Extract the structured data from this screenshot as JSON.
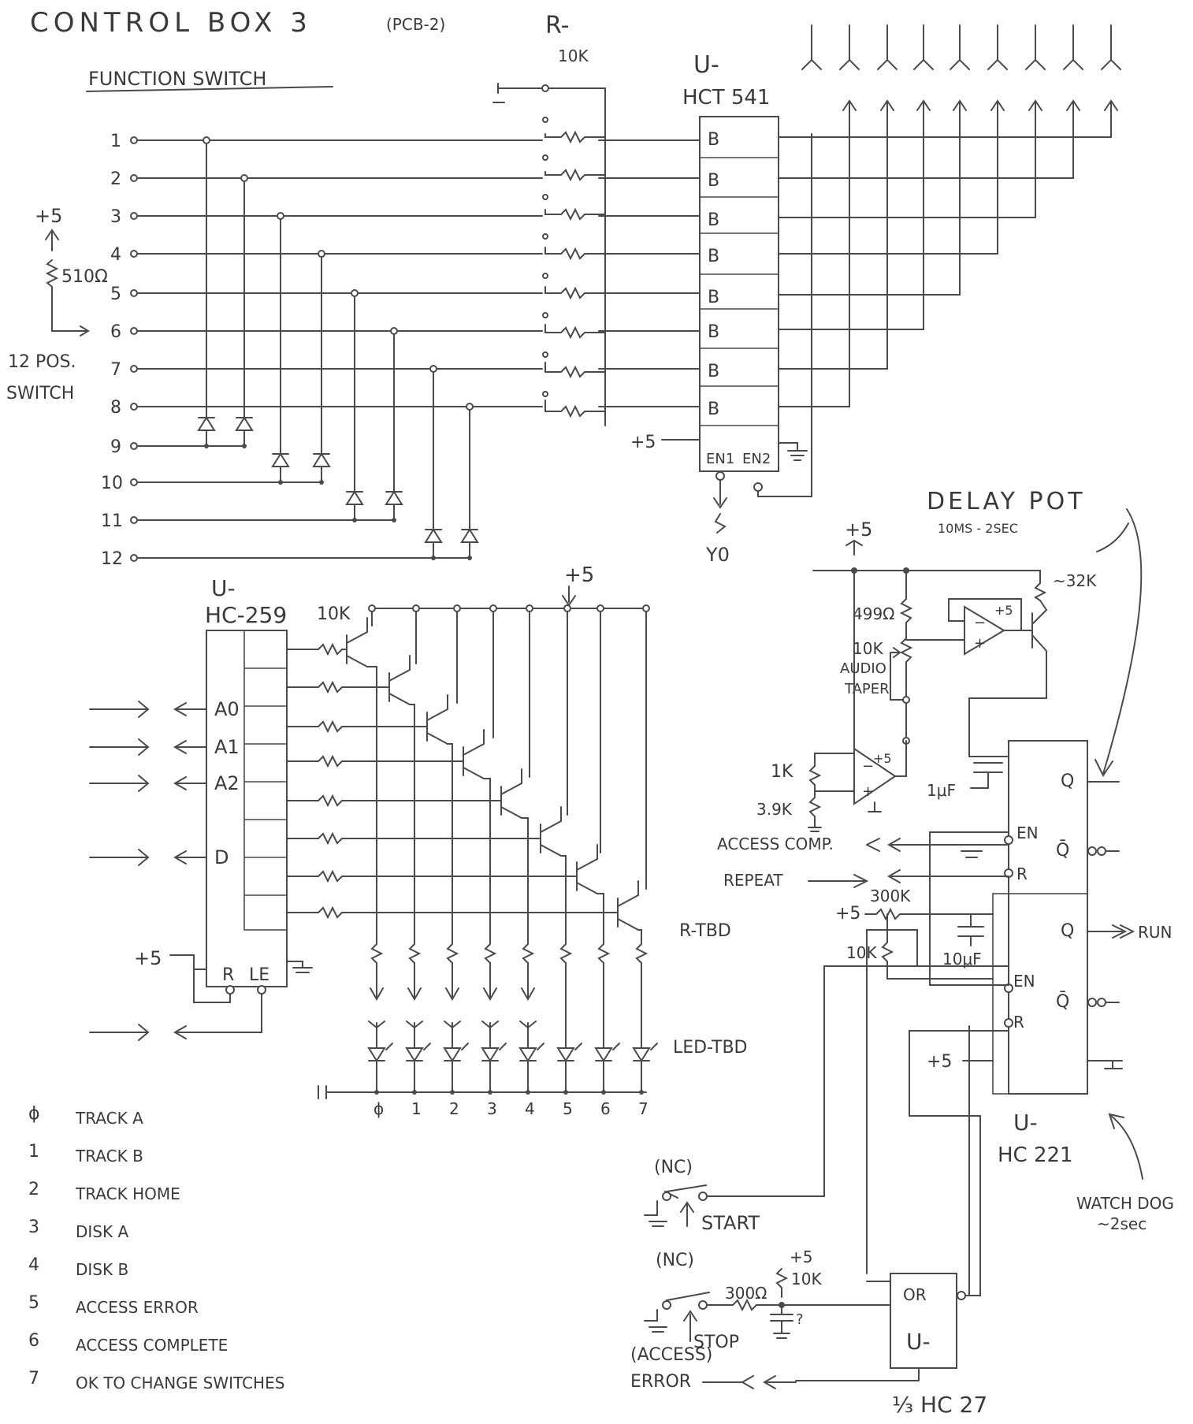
{
  "header": {
    "title": "CONTROL BOX 3",
    "subtitle": "(PCB-2)",
    "r_prefix": "R-",
    "r_value": "10K",
    "u_prefix": "U-",
    "u_part": "HCT 541"
  },
  "function_switch": {
    "title": "FUNCTION SWITCH",
    "positions": [
      "1",
      "2",
      "3",
      "4",
      "5",
      "6",
      "7",
      "8",
      "9",
      "10",
      "11",
      "12"
    ],
    "supply": "+5",
    "resistor": "510Ω",
    "switch_label_1": "12 POS.",
    "switch_label_2": "SWITCH"
  },
  "buffer": {
    "b_cells": [
      "B",
      "B",
      "B",
      "B",
      "B",
      "B",
      "B",
      "B"
    ],
    "supply": "+5",
    "en1": "EN1",
    "en2": "EN2",
    "y_label": "Y0"
  },
  "latch": {
    "u_prefix": "U-",
    "part": "HC-259",
    "r_value": "10K",
    "supply": "+5",
    "pins": {
      "a0": "A0",
      "a1": "A1",
      "a2": "A2",
      "d": "D",
      "r": "R",
      "le": "LE"
    },
    "bus_supply": "+5",
    "r_tbd": "R-TBD",
    "led_tbd": "LED-TBD",
    "led_numbers": [
      "ϕ",
      "1",
      "2",
      "3",
      "4",
      "5",
      "6",
      "7"
    ]
  },
  "legend": [
    {
      "num": "ϕ",
      "text": "TRACK  A"
    },
    {
      "num": "1",
      "text": "TRACK  B"
    },
    {
      "num": "2",
      "text": "TRACK  HOME"
    },
    {
      "num": "3",
      "text": "DISK  A"
    },
    {
      "num": "4",
      "text": "DISK  B"
    },
    {
      "num": "5",
      "text": "ACCESS  ERROR"
    },
    {
      "num": "6",
      "text": "ACCESS  COMPLETE"
    },
    {
      "num": "7",
      "text": "OK TO CHANGE SWITCHES"
    }
  ],
  "delay": {
    "title": "DELAY  POT",
    "range": "10MS - 2SEC",
    "supply": "+5",
    "r_32k": "~32K",
    "r_499": "499Ω",
    "pot_value": "10K",
    "pot_type_1": "AUDIO",
    "pot_type_2": "TAPER",
    "opamp_supply": "+5",
    "r_1k": "1K",
    "r_39k": "3.9K",
    "cap_1uf": "1μF"
  },
  "monostable": {
    "en": "EN",
    "q": "Q",
    "qbar": "Q̄",
    "r": "R",
    "run": "RUN",
    "r_300k": "300K",
    "r_10k": "10K",
    "cap_10uf": "10μF",
    "supply": "+5",
    "u_prefix": "U-",
    "part": "HC 221",
    "watchdog": "WATCH DOG",
    "watchdog_time": "~2sec"
  },
  "signals": {
    "access_comp": "ACCESS COMP.",
    "repeat": "REPEAT",
    "access_error_1": "(ACCESS)",
    "access_error_2": "ERROR"
  },
  "control": {
    "nc": "(NC)",
    "start": "START",
    "stop": "STOP",
    "r_300": "300Ω",
    "r_10k": "10K",
    "supply": "+5",
    "cap_q": "?",
    "or_label": "OR",
    "u_prefix": "U-",
    "part": "⅓ HC 27"
  }
}
